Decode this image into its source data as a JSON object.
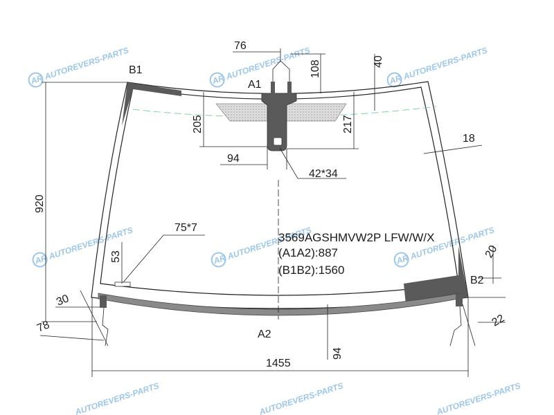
{
  "diagram": {
    "part_code": "3569AGSHMVW2P LFW/W/X",
    "a1a2_text": "(A1A2):887",
    "b1b2_text": "(B1B2):1560",
    "points": {
      "a1": "A1",
      "a2": "A2",
      "b1": "B1",
      "b2": "B2"
    },
    "dimensions": {
      "d76": "76",
      "d108": "108",
      "d40": "40",
      "d205": "205",
      "d217": "217",
      "d94_top": "94",
      "d42x34": "42*34",
      "d18": "18",
      "d920": "920",
      "d75x7": "75*7",
      "d53": "53",
      "d30": "30",
      "d78": "78",
      "d20": "20",
      "d22": "22",
      "d94_bottom": "94",
      "d1455": "1455"
    },
    "watermark": {
      "logo": "AR",
      "text": "AUTOREVERS-PARTS"
    },
    "colors": {
      "band": "#5a5a5a",
      "sensor_zone": "#d9d9d9",
      "bottom_strip": "#8a8a8a",
      "watermark": "#9cc7ea",
      "green_line": "#7fd3a0"
    }
  }
}
